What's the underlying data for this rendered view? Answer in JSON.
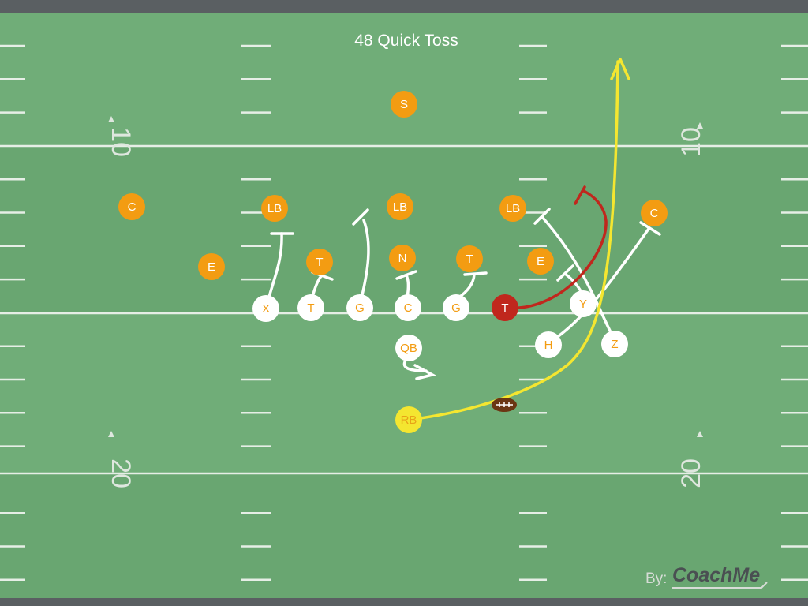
{
  "play": {
    "title": "48 Quick Toss"
  },
  "field": {
    "yard_numbers": [
      "10",
      "10",
      "20",
      "20"
    ],
    "colors": {
      "grass": "#70ad78",
      "grass_dark": "#67a56f",
      "lines": "#e6eee6",
      "border": "#5a5f62"
    }
  },
  "defense": {
    "color": "#f39c12",
    "label_color": "#ffffff",
    "players": [
      {
        "id": "def-s",
        "label": "S"
      },
      {
        "id": "def-c-left",
        "label": "C"
      },
      {
        "id": "def-c-right",
        "label": "C"
      },
      {
        "id": "def-lb-left",
        "label": "LB"
      },
      {
        "id": "def-lb-middle",
        "label": "LB"
      },
      {
        "id": "def-lb-right",
        "label": "LB"
      },
      {
        "id": "def-e-left",
        "label": "E"
      },
      {
        "id": "def-t-left",
        "label": "T"
      },
      {
        "id": "def-n",
        "label": "N"
      },
      {
        "id": "def-t-right",
        "label": "T"
      },
      {
        "id": "def-e-right",
        "label": "E"
      }
    ]
  },
  "offense": {
    "color": "#ffffff",
    "label_color": "#f39c12",
    "players": [
      {
        "id": "off-x",
        "label": "X"
      },
      {
        "id": "off-t-left",
        "label": "T"
      },
      {
        "id": "off-g-left",
        "label": "G"
      },
      {
        "id": "off-c",
        "label": "C"
      },
      {
        "id": "off-g-right",
        "label": "G"
      },
      {
        "id": "off-t-right",
        "label": "T",
        "highlight": true,
        "color": "#c0271d",
        "label_color": "#ffffff"
      },
      {
        "id": "off-y",
        "label": "Y"
      },
      {
        "id": "off-h",
        "label": "H"
      },
      {
        "id": "off-z",
        "label": "Z"
      },
      {
        "id": "off-qb",
        "label": "QB"
      },
      {
        "id": "off-rb",
        "label": "RB",
        "color": "#f4e630",
        "label_color": "#e8a317"
      }
    ]
  },
  "routes": {
    "block_color": "#ffffff",
    "highlight_color": "#c0271d",
    "ball_carrier_color": "#f4e630"
  },
  "watermark": {
    "prefix": "By:",
    "brand": "CoachMe"
  }
}
